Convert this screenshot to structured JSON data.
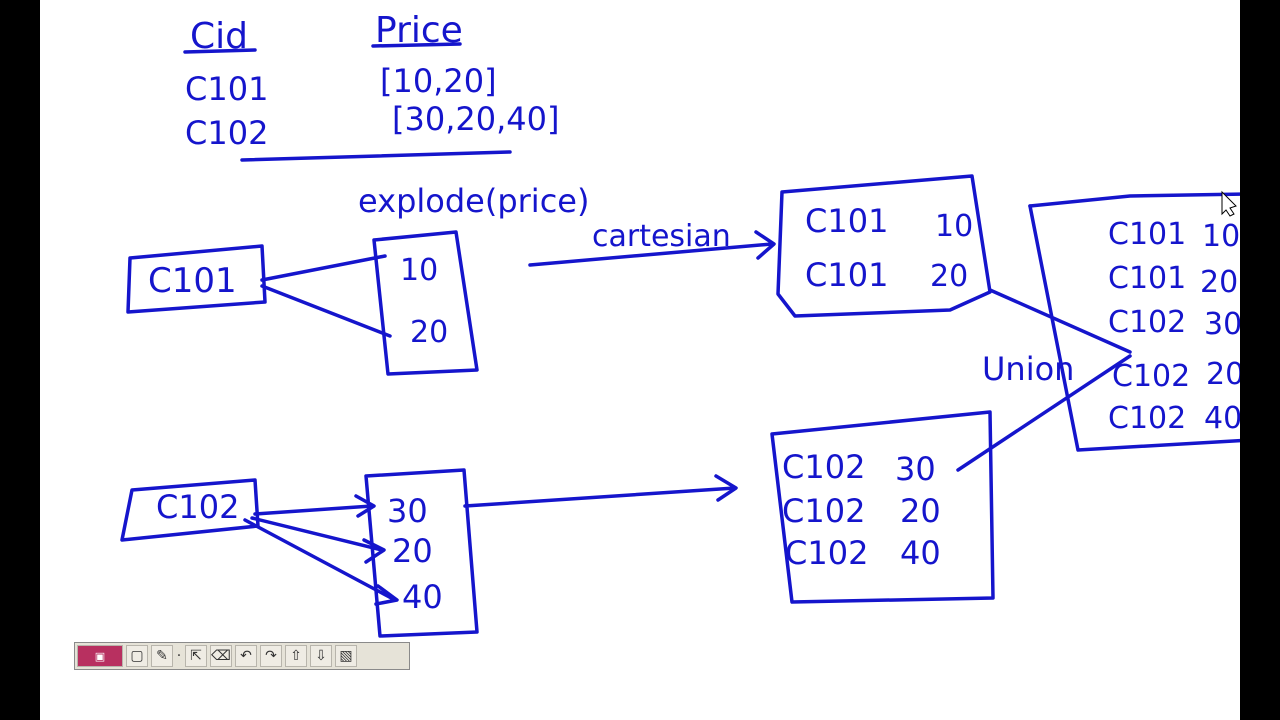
{
  "table": {
    "headers": [
      "Cid",
      "Price"
    ],
    "rows": [
      {
        "cid": "C101",
        "price": "[10,20]"
      },
      {
        "cid": "C102",
        "price": "[30,20,40]"
      }
    ]
  },
  "explode_label": "explode(price)",
  "cartesian_label": "cartesian",
  "union_label": "Union",
  "row1": {
    "key": "C101",
    "values": [
      "10",
      "20"
    ]
  },
  "row2": {
    "key": "C102",
    "values": [
      "30",
      "20",
      "40"
    ]
  },
  "cartesian_result_1": [
    [
      "C101",
      "10"
    ],
    [
      "C101",
      "20"
    ]
  ],
  "cartesian_result_2": [
    [
      "C102",
      "30"
    ],
    [
      "C102",
      "20"
    ],
    [
      "C102",
      "40"
    ]
  ],
  "union_result": [
    [
      "C101",
      "10"
    ],
    [
      "C101",
      "20"
    ],
    [
      "C102",
      "30"
    ],
    [
      "C102",
      "20"
    ],
    [
      "C102",
      "40"
    ]
  ],
  "ink_color": "#1515cc",
  "toolbar_icons": [
    "palette-icon",
    "screen-icon",
    "pen-icon",
    "dot-icon",
    "select-icon",
    "eraser-icon",
    "undo-icon",
    "redo-icon",
    "upload-icon",
    "download-icon",
    "folder-icon"
  ]
}
